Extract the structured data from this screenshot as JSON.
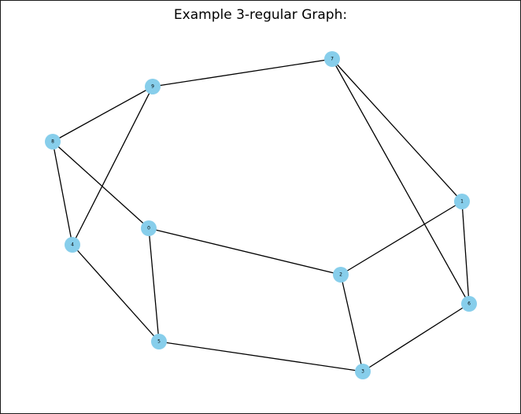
{
  "figure": {
    "title": "Example 3-regular Graph:"
  },
  "graph": {
    "node_color": "#87CEEB",
    "edge_color": "#000000",
    "nodes": [
      {
        "id": "0"
      },
      {
        "id": "1"
      },
      {
        "id": "2"
      },
      {
        "id": "3"
      },
      {
        "id": "4"
      },
      {
        "id": "5"
      },
      {
        "id": "6"
      },
      {
        "id": "7"
      },
      {
        "id": "8"
      },
      {
        "id": "9"
      }
    ],
    "edges": [
      [
        "0",
        "2"
      ],
      [
        "0",
        "5"
      ],
      [
        "0",
        "8"
      ],
      [
        "1",
        "2"
      ],
      [
        "1",
        "6"
      ],
      [
        "1",
        "7"
      ],
      [
        "2",
        "3"
      ],
      [
        "3",
        "5"
      ],
      [
        "3",
        "6"
      ],
      [
        "4",
        "5"
      ],
      [
        "4",
        "8"
      ],
      [
        "4",
        "9"
      ],
      [
        "6",
        "7"
      ],
      [
        "7",
        "9"
      ],
      [
        "8",
        "9"
      ]
    ]
  }
}
